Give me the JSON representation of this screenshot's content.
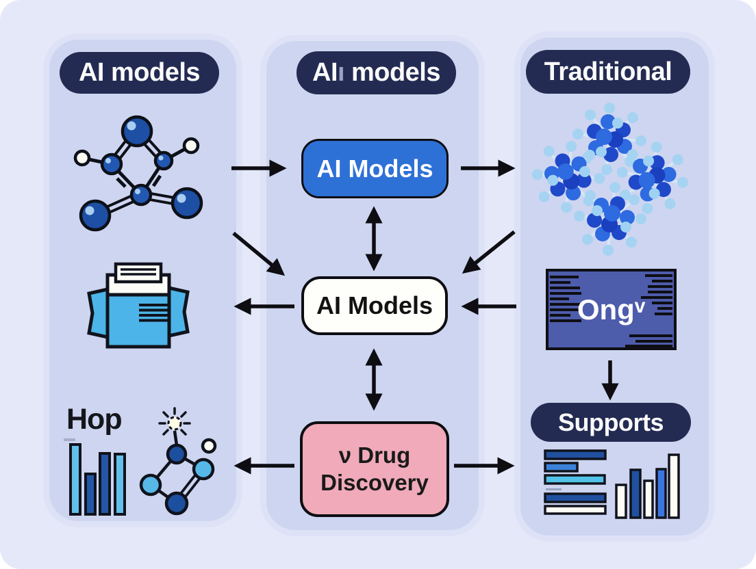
{
  "headers": {
    "left": "AI models",
    "middle_prefix": "AI",
    "middle_glyph": "ı",
    "middle_suffix": "models",
    "right": "Traditional",
    "supports": "Supports"
  },
  "nodes": {
    "blue_box": "AI Models",
    "white_box": "AI Models",
    "pink_box_line1": "ν Drug",
    "pink_box_line2": "Discovery",
    "ong_box": "Ongᵛ"
  },
  "labels": {
    "hop": "Hop"
  },
  "icons": {
    "left_top": "molecule-2d-icon",
    "left_middle": "printer-document-icon",
    "left_bottom_chart": "bar-chart-icon",
    "left_bottom_molecule": "sparkle-molecule-icon",
    "right_top": "molecular-cluster-icon",
    "right_bottom_hbars": "horizontal-bars-icon",
    "right_bottom_vbars": "vertical-bars-icon"
  },
  "colors": {
    "canvas_bg": "#e5e8f8",
    "panel_bg": "#ced5f0",
    "header_navy": "#232b52",
    "blue_box": "#2e71d6",
    "pink_box": "#f0aab9",
    "ong_box": "#4d5cab",
    "icon_light_blue": "#4cb4e8",
    "bar_dark_blue": "#2456a8",
    "bar_mid_blue": "#3b82d8",
    "bar_cyan": "#52c2e8",
    "cluster_dark": "#1f49c8",
    "cluster_mid": "#2e6ae0",
    "cluster_light": "#a6d3f2",
    "arrow_black": "#0d0d12"
  }
}
